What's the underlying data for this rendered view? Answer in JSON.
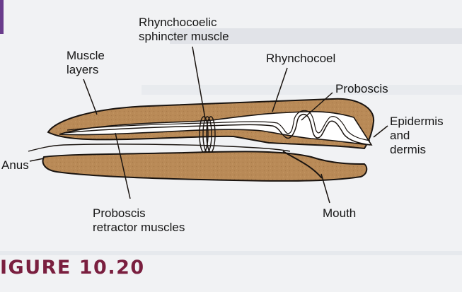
{
  "labels": {
    "rhynchocoelic_sphincter": [
      "Rhynchocoelic",
      "sphincter muscle"
    ],
    "muscle_layers": [
      "Muscle",
      "layers"
    ],
    "rhynchocoel": "Rhynchocoel",
    "proboscis": "Proboscis",
    "epidermis_dermis": [
      "Epidermis",
      "and",
      "dermis"
    ],
    "anus": "Anus",
    "mouth": "Mouth",
    "proboscis_retractor": [
      "Proboscis",
      "retractor muscles"
    ]
  },
  "figure": {
    "label": "IGURE 10.20"
  },
  "colors": {
    "body_fill": "#b98a57",
    "outline": "#1a1410",
    "cavity": "#ffffff",
    "figure_label": "#7a1f3f",
    "accent_bar": "#6a3c8c",
    "background": "#f1f2f4"
  }
}
